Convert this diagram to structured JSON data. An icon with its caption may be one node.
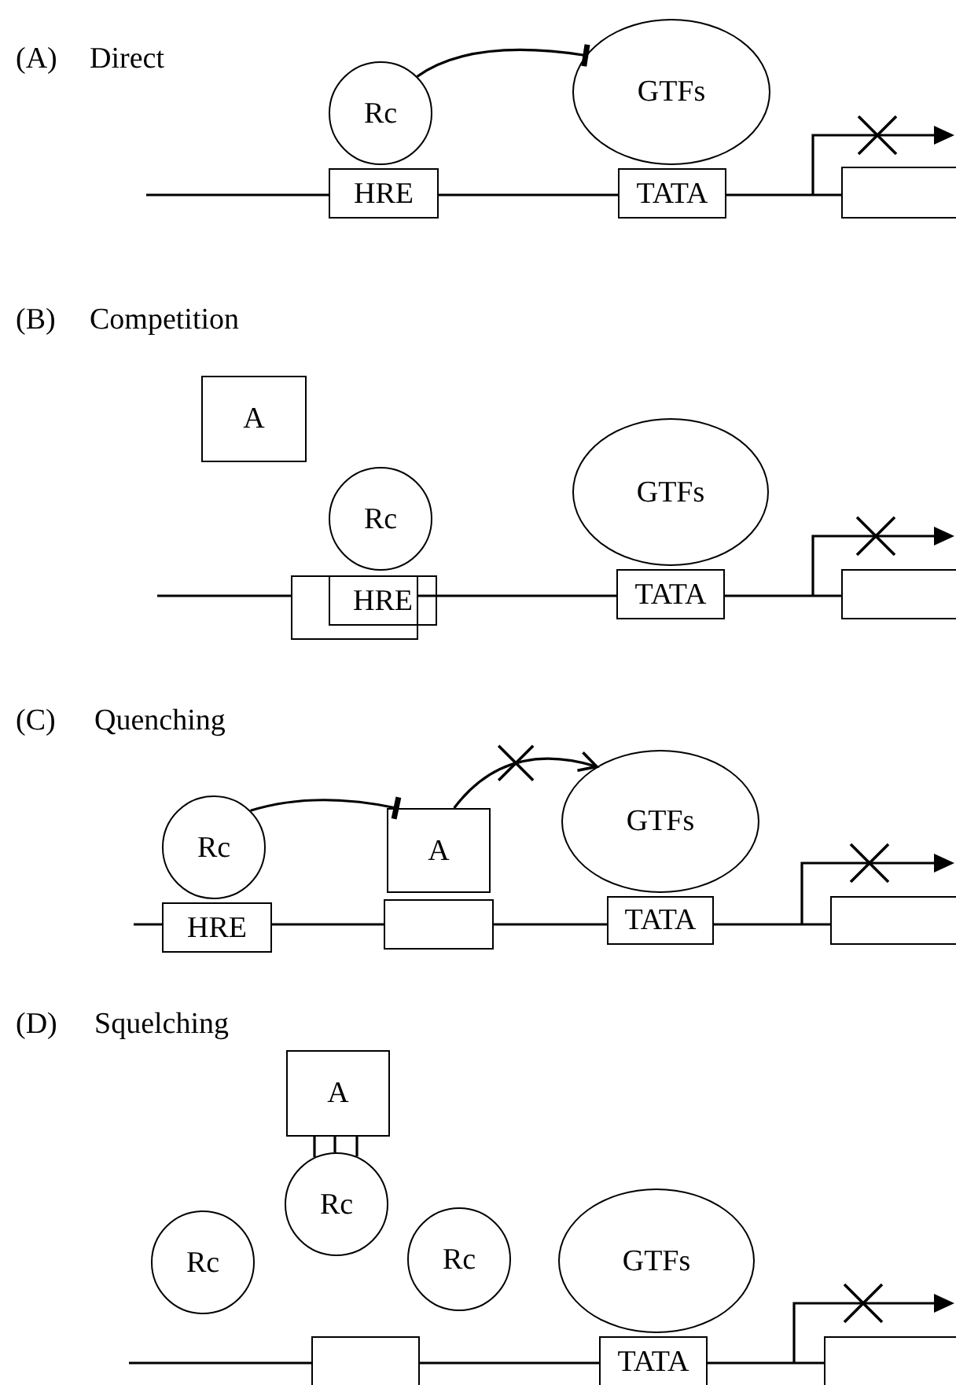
{
  "diagram": {
    "nodes": [
      {
        "text": [
          "Rc"
        ]
      },
      {
        "text": [
          "HRE"
        ]
      },
      {
        "text": [
          "GTFs"
        ]
      },
      {
        "text": [
          "TATA"
        ]
      },
      {
        "text": [],
        "shape": "box"
      },
      {
        "text": [
          "A"
        ]
      },
      {
        "text": [
          "Rc"
        ]
      },
      {
        "text": [],
        "shape": "box"
      },
      {
        "text": [
          "HRE"
        ]
      },
      {
        "text": [
          "GTFs"
        ]
      },
      {
        "text": [
          "TATA"
        ]
      },
      {
        "text": [],
        "shape": "box"
      },
      {
        "text": [
          "Rc"
        ]
      },
      {
        "text": [
          "HRE"
        ]
      },
      {
        "text": [
          "A"
        ]
      },
      {
        "text": [],
        "shape": "box"
      },
      {
        "text": [
          "GTFs"
        ]
      },
      {
        "text": [
          "TATA"
        ]
      },
      {
        "text": [],
        "shape": "box"
      },
      {
        "text": [
          "A"
        ]
      },
      {
        "text": [
          "Rc"
        ]
      },
      {
        "text": [
          "Rc"
        ]
      },
      {
        "text": [
          "Rc"
        ]
      },
      {
        "text": [
          "GTFs"
        ]
      },
      {
        "text": [],
        "shape": "box"
      },
      {
        "text": [
          "TATA"
        ]
      },
      {
        "text": [],
        "shape": "box"
      }
    ],
    "edges": [
      {
        "from": 0,
        "to": 2,
        "arrow": "other"
      },
      {
        "from": 12,
        "to": 14,
        "arrow": "other"
      },
      {
        "from": 14,
        "to": 16,
        "arrow": "to"
      },
      {
        "from": 19,
        "to": 20,
        "arrow": "none"
      },
      {
        "from": 19,
        "to": 20,
        "arrow": "none"
      },
      {
        "from": 19,
        "to": 20,
        "arrow": "none"
      }
    ],
    "labels": [
      "(A)",
      "Direct",
      "(B)",
      "Competition",
      "(C)",
      "Quenching",
      "(D)",
      "Squelching"
    ]
  }
}
